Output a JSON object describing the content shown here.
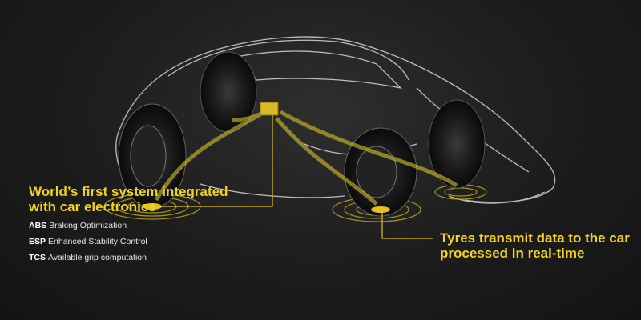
{
  "callouts": {
    "system_line1": "World’s first system integrated",
    "system_line2": "with car electronics",
    "tyres_line1": "Tyres transmit data to the car",
    "tyres_line2": "processed in real-time"
  },
  "features": [
    {
      "abbr": "ABS",
      "label": "Braking Optimization"
    },
    {
      "abbr": "ESP",
      "label": "Enhanced Stability Control"
    },
    {
      "abbr": "TCS",
      "label": "Available grip computation"
    }
  ],
  "colors": {
    "accent": "#f2d31b",
    "background": "#1c1c1c",
    "outline": "#d8d8d8"
  }
}
